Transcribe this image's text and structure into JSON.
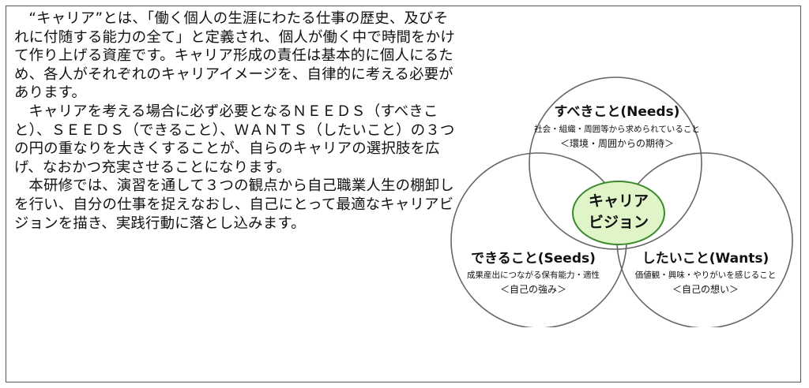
{
  "paragraphs": [
    "“キャリア”とは、「働く個人の生涯にわたる仕事の歴史、及びそれに付随する能力の全て」と定義され、個人が働く中で時間をかけて作り上げる資産です。キャリア形成の責任は基本的に個人にるため、各人がそれぞれのキャリアイメージを、自律的に考える必要があります。",
    "キャリアを考える場合に必ず必要となるＮＥＥＤＳ（すべきこと）、ＳＥＥＤＳ（できること）、ＷＡＮＴＳ（したいこと）の３つの円の重なりを大きくすることが、自らのキャリアの選択肢を広げ、なおかつ充実させることになります。",
    "本研修では、演習を通して３つの観点から自己職業人生の棚卸しを行い、自分の仕事を捉えなおし、自己にとって最適なキャリアビジョンを描き、実践行動に落とし込みます。"
  ],
  "venn": {
    "center_line1": "キャリア",
    "center_line2": "ビジョン",
    "center_color": "#dff5c8",
    "center_stroke": "#3a8a2a",
    "needs": {
      "title": "すべきこと(Needs)",
      "desc": "社会・組織・周囲等から求められていること",
      "sub": "＜環境・周囲からの期待＞"
    },
    "seeds": {
      "title": "できること(Seeds)",
      "desc": "成果産出につながる保有能力・適性",
      "sub": "＜自己の強み＞"
    },
    "wants": {
      "title": "したいこと(Wants)",
      "desc": "価値観・興味・やりがいを感じること",
      "sub": "＜自己の想い＞"
    }
  }
}
